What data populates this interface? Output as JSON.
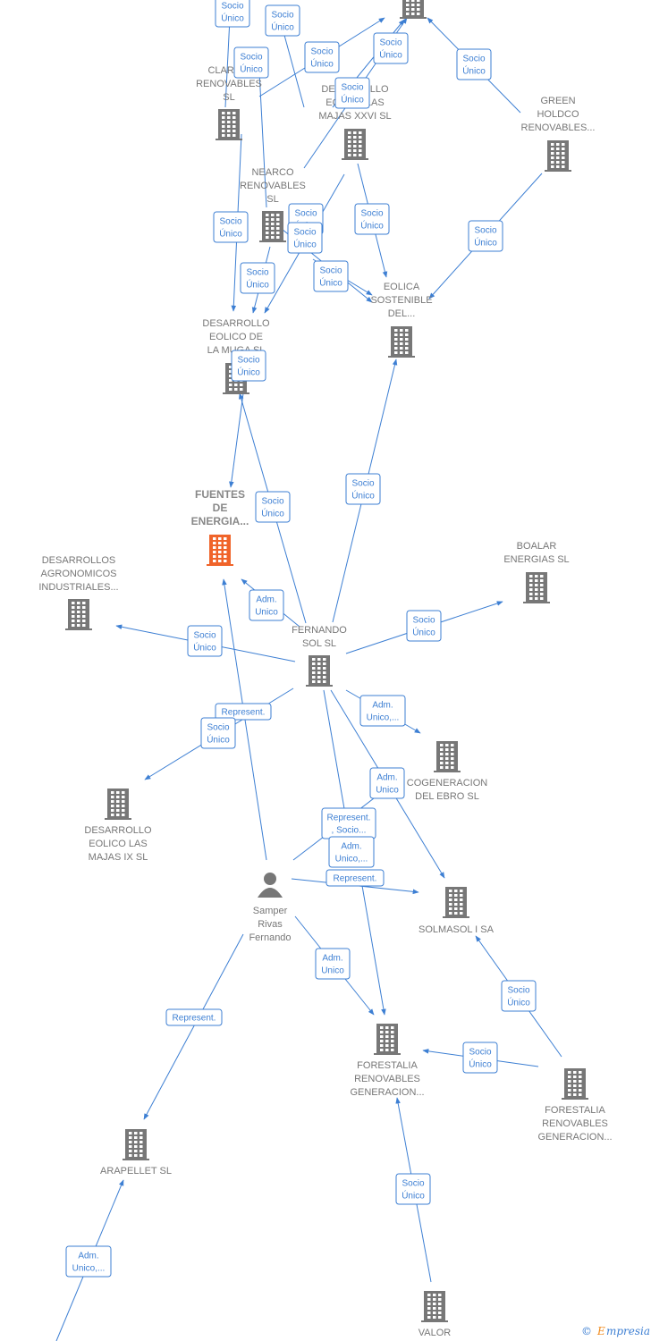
{
  "colors": {
    "edge": "#3d7fd3",
    "building": "#777777",
    "main_building": "#f0642a",
    "person": "#777777",
    "label": "#777777",
    "main_label": "#888888"
  },
  "watermark": {
    "copyright": "©",
    "brand_initial": "E",
    "brand_rest": "mpresia"
  },
  "nodes": [
    {
      "id": "top",
      "icon": "building-icon",
      "lines": []
    },
    {
      "id": "clariss",
      "icon": "building-icon",
      "lines": [
        "CLARISS",
        "RENOVABLES",
        "SL"
      ]
    },
    {
      "id": "desmajas26",
      "icon": "building-icon",
      "lines": [
        "DESARROLLO",
        "EOLICO LAS",
        "MAJAS XXVI  SL"
      ]
    },
    {
      "id": "green",
      "icon": "building-icon",
      "lines": [
        "GREEN",
        "HOLDCO",
        "RENOVABLES..."
      ]
    },
    {
      "id": "nearco",
      "icon": "building-icon",
      "lines": [
        "NEARCO",
        "RENOVABLES",
        "SL"
      ]
    },
    {
      "id": "eolicasost",
      "icon": "building-icon",
      "lines": [
        "EOLICA",
        "SOSTENIBLE",
        "DEL..."
      ]
    },
    {
      "id": "muga",
      "icon": "building-icon",
      "lines": [
        "DESARROLLO",
        "EOLICO DE",
        "LA MUGA SL"
      ]
    },
    {
      "id": "fuentes",
      "icon": "building-icon",
      "main": true,
      "lines": [
        "FUENTES",
        "DE",
        "ENERGIA..."
      ]
    },
    {
      "id": "agronomicos",
      "icon": "building-icon",
      "lines": [
        "DESARROLLOS",
        "AGRONOMICOS",
        "INDUSTRIALES..."
      ]
    },
    {
      "id": "boalar",
      "icon": "building-icon",
      "lines": [
        "BOALAR",
        "ENERGIAS  SL"
      ]
    },
    {
      "id": "fernando",
      "icon": "building-icon",
      "lines": [
        "FERNANDO",
        "SOL SL"
      ]
    },
    {
      "id": "cogeneracion",
      "icon": "building-icon",
      "lines": [
        "COGENERACION",
        "DEL EBRO  SL"
      ]
    },
    {
      "id": "majas9",
      "icon": "building-icon",
      "lines": [
        "DESARROLLO",
        "EOLICO LAS",
        "MAJAS IX  SL"
      ]
    },
    {
      "id": "samper",
      "icon": "person-icon",
      "lines": [
        "Samper",
        "Rivas",
        "Fernando"
      ]
    },
    {
      "id": "solmasol",
      "icon": "building-icon",
      "lines": [
        "SOLMASOL I SA"
      ]
    },
    {
      "id": "forestalia1",
      "icon": "building-icon",
      "lines": [
        "FORESTALIA",
        "RENOVABLES",
        "GENERACION..."
      ]
    },
    {
      "id": "forestalia2",
      "icon": "building-icon",
      "lines": [
        "FORESTALIA",
        "RENOVABLES",
        "GENERACION..."
      ]
    },
    {
      "id": "arapellet",
      "icon": "building-icon",
      "lines": [
        "ARAPELLET  SL"
      ]
    },
    {
      "id": "valor",
      "icon": "building-icon",
      "lines": [
        "VALOR"
      ]
    }
  ],
  "edges": [
    {
      "lines": [
        "Socio",
        "Único"
      ]
    },
    {
      "lines": [
        "Socio",
        "Único"
      ]
    },
    {
      "lines": [
        "Socio",
        "Único"
      ]
    },
    {
      "lines": [
        "Socio",
        "Único"
      ]
    },
    {
      "lines": [
        "Socio",
        "Único"
      ]
    },
    {
      "lines": [
        "Socio",
        "Único"
      ]
    },
    {
      "lines": [
        "Socio",
        "Único"
      ]
    },
    {
      "lines": [
        "Socio",
        "Único"
      ]
    },
    {
      "lines": [
        "Socio",
        "Único"
      ]
    },
    {
      "lines": [
        "Socio",
        "Único"
      ]
    },
    {
      "lines": [
        "Socio",
        "Único"
      ]
    },
    {
      "lines": [
        "Socio",
        "Único"
      ]
    },
    {
      "lines": [
        "Socio",
        "Único"
      ]
    },
    {
      "lines": [
        "Socio",
        "Único"
      ]
    },
    {
      "lines": [
        "Socio",
        "Único"
      ]
    },
    {
      "lines": [
        "Socio",
        "Único"
      ]
    },
    {
      "lines": [
        "Socio",
        "Único"
      ]
    },
    {
      "lines": [
        "Adm.",
        "Unico"
      ]
    },
    {
      "lines": [
        "Socio",
        "Único"
      ]
    },
    {
      "lines": [
        "Socio",
        "Único"
      ]
    },
    {
      "lines": [
        "Represent."
      ]
    },
    {
      "lines": [
        "Socio",
        "Único"
      ]
    },
    {
      "lines": [
        "Adm.",
        "Unico,..."
      ]
    },
    {
      "lines": [
        "Adm.",
        "Unico"
      ]
    },
    {
      "lines": [
        "Represent.",
        ", Socio..."
      ]
    },
    {
      "lines": [
        "Adm.",
        "Unico,..."
      ]
    },
    {
      "lines": [
        "Represent."
      ]
    },
    {
      "lines": [
        "Adm.",
        "Unico"
      ]
    },
    {
      "lines": [
        "Represent."
      ]
    },
    {
      "lines": [
        "Socio",
        "Único"
      ]
    },
    {
      "lines": [
        "Socio",
        "Único"
      ]
    },
    {
      "lines": [
        "Socio",
        "Único"
      ]
    },
    {
      "lines": [
        "Adm.",
        "Unico,..."
      ]
    }
  ]
}
